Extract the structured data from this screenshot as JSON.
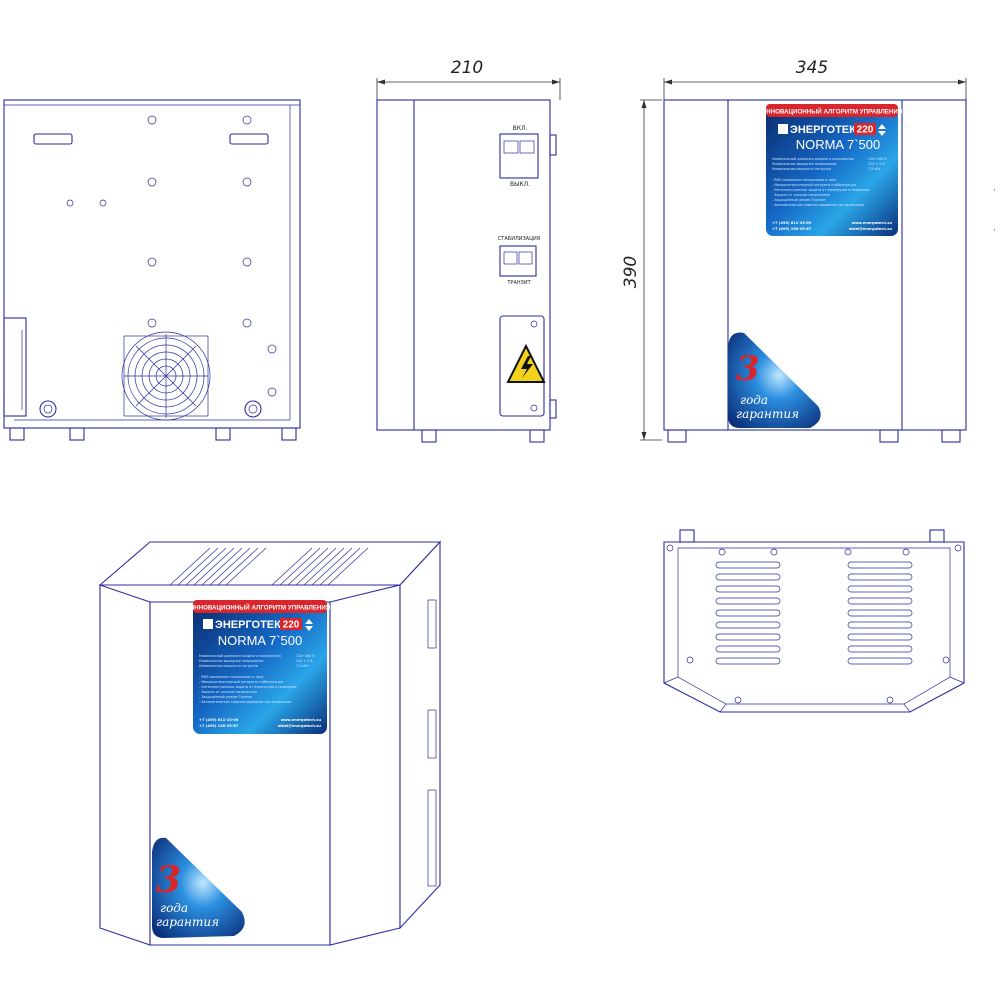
{
  "dimensions": {
    "depth": "210",
    "width": "345",
    "height": "390"
  },
  "side_panel": {
    "switch_on": "ВКЛ.",
    "switch_off": "ВЫКЛ.",
    "stab_label": "СТАБИЛИЗАЦИЯ",
    "transit_label": "ТРАНЗИТ"
  },
  "label": {
    "banner": "ИННОВАЦИОННЫЙ АЛГОРИТМ УПРАВЛЕНИЯ",
    "brand": "ЭНЕРГОТЕК",
    "brand_badge": "220",
    "model": "NORMA  7`500",
    "specs_left": [
      "Номинальный диапазон входного напряжения",
      "Номинальное выходное напряжение",
      "Номинальная мощность нагрузки"
    ],
    "specs_right": [
      "120÷260 В",
      "220 ± 5 В",
      "7,5 кВт"
    ],
    "features": [
      "- RMS измерение напряжения и тока",
      "- Микроконтроллерный алгоритм стабилизации",
      "- Интеллектуальная защита от перегрузки и перегрева",
      "- Защита от скачков напряжения",
      "- Защищённый режим Транзит",
      "- Автоматическое самотестирование при включении"
    ],
    "phones": [
      "+7 (495) 611-23-00",
      "+7 (495) 150-29-67"
    ],
    "site": "www.energotech.su",
    "email": "otdel@energotech.su"
  },
  "warranty": {
    "number": "3",
    "line1": "года",
    "line2": "гарантия"
  },
  "colors": {
    "line": "#2b2f9e",
    "label_red": "#d9262c",
    "label_blue": "#0b4aa0",
    "warranty_blue": "#0d4aa8"
  },
  "icons": [
    "hazard-icon"
  ]
}
